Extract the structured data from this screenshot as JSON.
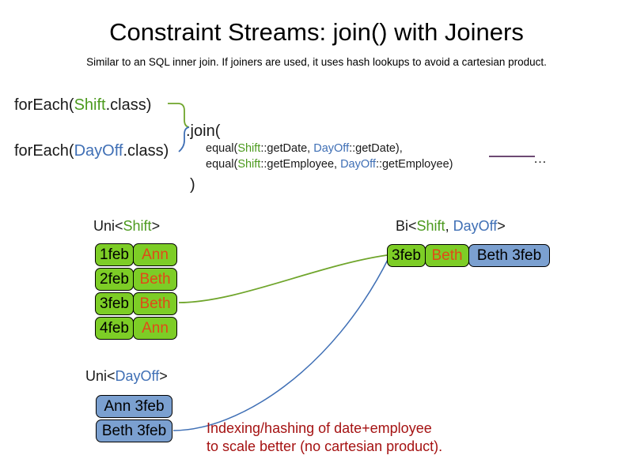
{
  "header": {
    "title": "Constraint Streams: join() with Joiners",
    "subtitle": "Similar to an SQL inner join. If joiners are used, it uses hash lookups to avoid a cartesian product."
  },
  "colors": {
    "shift_green": "#4C9A1E",
    "dayoff_blue": "#3F6FB5",
    "box_green_fill": "#7DCD26",
    "box_blue_fill": "#7BA0D0",
    "name_orange": "#E04A18",
    "annotation_red": "#A51212",
    "rule_purple": "#6D4A73",
    "connector_green": "#6FA52B",
    "connector_blue": "#3F6FB5"
  },
  "code": {
    "foreach_shift": {
      "prefix": "forEach(",
      "type": "Shift",
      "suffix": ".class)"
    },
    "foreach_dayoff": {
      "prefix": "forEach(",
      "type": "DayOff",
      "suffix": ".class)"
    },
    "join_open": ".join(",
    "join_close": ")",
    "equal_lines": [
      {
        "prefix": "equal(",
        "left_type": "Shift",
        "left_method": "::getDate, ",
        "right_type": "DayOff",
        "right_method": "::getDate),"
      },
      {
        "prefix": "equal(",
        "left_type": "Shift",
        "left_method": "::getEmployee, ",
        "right_type": "DayOff",
        "right_method": "::getEmployee)"
      }
    ],
    "ellipsis": "…"
  },
  "streams": {
    "uni_shift": {
      "label_prefix": "Uni<",
      "label_type": "Shift",
      "label_suffix": ">",
      "rows": [
        {
          "date": "1feb",
          "employee": "Ann"
        },
        {
          "date": "2feb",
          "employee": "Beth"
        },
        {
          "date": "3feb",
          "employee": "Beth"
        },
        {
          "date": "4feb",
          "employee": "Ann"
        }
      ]
    },
    "uni_dayoff": {
      "label_prefix": "Uni<",
      "label_type": "DayOff",
      "label_suffix": ">",
      "rows": [
        {
          "text": "Ann 3feb"
        },
        {
          "text": "Beth 3feb"
        }
      ]
    },
    "bi": {
      "label_prefix": "Bi<",
      "label_type_a": "Shift",
      "label_separator": ", ",
      "label_type_b": "DayOff",
      "label_suffix": ">",
      "row": {
        "shift_date": "3feb",
        "shift_employee": "Beth",
        "dayoff_text": "Beth 3feb"
      }
    }
  },
  "annotation": {
    "line1": "Indexing/hashing of date+employee",
    "line2": "to scale better (no cartesian product)."
  }
}
